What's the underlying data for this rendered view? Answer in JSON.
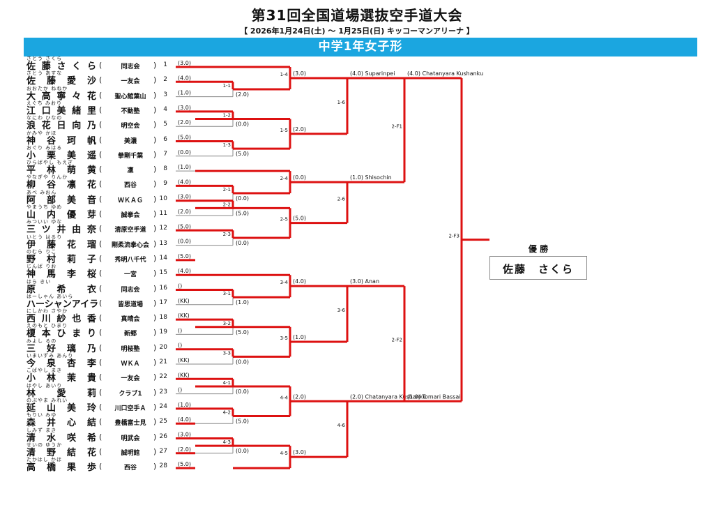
{
  "header": {
    "title": "第31回全国道場選抜空手道大会",
    "subtitle": "【 2026年1月24日(土) ～ 1月25日(日)  キッコーマンアリーナ 】",
    "category": "中学1年女子形"
  },
  "entrants": [
    {
      "ruby": "さとう さくら",
      "name": "佐藤さくら",
      "club": "同志会",
      "no": "1"
    },
    {
      "ruby": "さとう あすな",
      "name": "佐藤愛沙",
      "club": "一友会",
      "no": "2"
    },
    {
      "ruby": "おおたか ねねか",
      "name": "大高寧々花",
      "club": "聖心館葉山",
      "no": "3"
    },
    {
      "ruby": "えぐち みおり",
      "name": "江口美緒里",
      "club": "不動塾",
      "no": "4"
    },
    {
      "ruby": "なにわ ひなの",
      "name": "浪花日向乃",
      "club": "明空会",
      "no": "5"
    },
    {
      "ruby": "かみや かほ",
      "name": "神谷珂帆",
      "club": "美濃",
      "no": "6"
    },
    {
      "ruby": "おぐり みはる",
      "name": "小栗美遥",
      "club": "拳剛千葉",
      "no": "7"
    },
    {
      "ruby": "ひらばやし もえぎ",
      "name": "平林萌黄",
      "club": "凜",
      "no": "8"
    },
    {
      "ruby": "やなぎや りんか",
      "name": "柳谷凛花",
      "club": "西谷",
      "no": "9"
    },
    {
      "ruby": "あべ みおん",
      "name": "阿部美音",
      "club": "ＷＫＡＧ",
      "no": "10"
    },
    {
      "ruby": "やまうち ゆめ",
      "name": "山内優芽",
      "club": "誠拳会",
      "no": "11"
    },
    {
      "ruby": "みついい ゆな",
      "name": "三ツ井由奈",
      "club": "清原空手道",
      "no": "12"
    },
    {
      "ruby": "いとう はるり",
      "name": "伊藤花瑠",
      "club": "剛柔流拳心会",
      "no": "13"
    },
    {
      "ruby": "のむら りこ",
      "name": "野村莉子",
      "club": "秀明八千代",
      "no": "14"
    },
    {
      "ruby": "じんば りお",
      "name": "神馬李桜",
      "club": "一宮",
      "no": "15"
    },
    {
      "ruby": "はら きい",
      "name": "原希衣",
      "club": "同志会",
      "no": "16"
    },
    {
      "ruby": "はーしゃん あいら",
      "name": "ハーシャンアイラ",
      "club": "皆思道場",
      "no": "17"
    },
    {
      "ruby": "にしかわ さやか",
      "name": "西川紗也香",
      "club": "真晴会",
      "no": "18"
    },
    {
      "ruby": "えのもと ひまり",
      "name": "榎本ひまり",
      "club": "新郷",
      "no": "19"
    },
    {
      "ruby": "みよし るの",
      "name": "三好璃乃",
      "club": "明桜塾",
      "no": "20"
    },
    {
      "ruby": "いまいずみ あんり",
      "name": "今泉杏李",
      "club": "ＷＫＡ",
      "no": "21"
    },
    {
      "ruby": "こばやし まき",
      "name": "小林茉貴",
      "club": "一友会",
      "no": "22"
    },
    {
      "ruby": "はやし あいり",
      "name": "林愛莉",
      "club": "クラブ1",
      "no": "23"
    },
    {
      "ruby": "のぶやま みれい",
      "name": "延山美玲",
      "club": "川口空手Ａ",
      "no": "24"
    },
    {
      "ruby": "もりい みゆ",
      "name": "森井心結",
      "club": "豊橋富士見",
      "no": "25"
    },
    {
      "ruby": "しみず まき",
      "name": "清水咲希",
      "club": "明武会",
      "no": "26"
    },
    {
      "ruby": "せいの ゆうか",
      "name": "清野結花",
      "club": "誠明館",
      "no": "27"
    },
    {
      "ruby": "たかはし かほ",
      "name": "高橋果歩",
      "club": "西谷",
      "no": "28"
    }
  ],
  "round1_scores": [
    "(3.0)",
    "(4.0)",
    "(1.0)",
    "(3.0)",
    "(2.0)",
    "(5.0)",
    "(0.0)",
    "(1.0)",
    "(4.0)",
    "(3.0)",
    "(2.0)",
    "(5.0)",
    "(0.0)",
    "(5.0)",
    "(4.0)",
    "()",
    "(KK)",
    "(KK)",
    "()",
    "()",
    "(KK)",
    "(KK)",
    "()",
    "(1.0)",
    "(4.0)",
    "(3.0)",
    "(2.0)",
    "(5.0)"
  ],
  "matches": [
    {
      "id": "1-1",
      "top_score": "(2.0)",
      "bottom_score": ""
    },
    {
      "id": "1-2",
      "top_score": "(0.0)",
      "bottom_score": ""
    },
    {
      "id": "1-3",
      "top_score": "(5.0)",
      "bottom_score": ""
    },
    {
      "id": "2-1",
      "top_score": "(0.0)",
      "bottom_score": ""
    },
    {
      "id": "2-2",
      "top_score": "(5.0)",
      "bottom_score": ""
    },
    {
      "id": "2-3",
      "top_score": "(0.0)",
      "bottom_score": ""
    },
    {
      "id": "3-1",
      "top_score": "(1.0)",
      "bottom_score": ""
    },
    {
      "id": "3-2",
      "top_score": "(5.0)",
      "bottom_score": ""
    },
    {
      "id": "3-3",
      "top_score": "(0.0)",
      "bottom_score": ""
    },
    {
      "id": "4-1",
      "top_score": "(0.0)",
      "bottom_score": ""
    },
    {
      "id": "4-2",
      "top_score": "(5.0)",
      "bottom_score": ""
    },
    {
      "id": "4-3",
      "top_score": "(0.0)",
      "bottom_score": ""
    },
    {
      "id": "1-4",
      "top_score": "(3.0)",
      "bottom_score": ""
    },
    {
      "id": "1-5",
      "top_score": "(2.0)",
      "bottom_score": ""
    },
    {
      "id": "2-4",
      "top_score": "(0.0)",
      "bottom_score": ""
    },
    {
      "id": "2-5",
      "top_score": "(5.0)",
      "bottom_score": ""
    },
    {
      "id": "3-4",
      "top_score": "(4.0)",
      "bottom_score": ""
    },
    {
      "id": "3-5",
      "top_score": "(1.0)",
      "bottom_score": ""
    },
    {
      "id": "4-4",
      "top_score": "(2.0)",
      "bottom_score": ""
    },
    {
      "id": "4-5",
      "top_score": "(3.0)",
      "bottom_score": ""
    },
    {
      "id": "1-6",
      "top_score": "(4.0) Suparinpei",
      "bottom_score": ""
    },
    {
      "id": "2-6",
      "top_score": "(1.0) Shisochin",
      "bottom_score": ""
    },
    {
      "id": "3-6",
      "top_score": "(3.0) Anan",
      "bottom_score": ""
    },
    {
      "id": "4-6",
      "top_score": "(2.0) Chatanyara Kushanku",
      "bottom_score": ""
    },
    {
      "id": "2-F1",
      "top_score": "(4.0) Chatanyara Kushanku",
      "bottom_score": ""
    },
    {
      "id": "2-F2",
      "top_score": "(1.0) Tomari Bassai",
      "bottom_score": ""
    },
    {
      "id": "2-F3",
      "top_score": "",
      "bottom_score": ""
    }
  ],
  "winner": {
    "label": "優 勝",
    "name": "佐藤　さくら"
  },
  "colors": {
    "accent": "#1ba6e0",
    "bracket_win": "#dd1111",
    "bracket_line": "#888888"
  }
}
